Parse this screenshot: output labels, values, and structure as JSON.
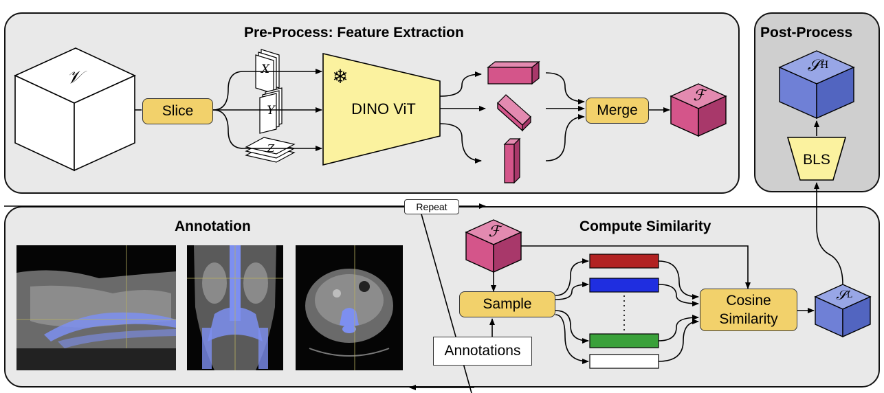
{
  "panels": {
    "preprocess": "Pre-Process: Feature Extraction",
    "postprocess": "Post-Process",
    "annotation": "Annotation",
    "compute": "Compute Similarity"
  },
  "nodes": {
    "slice": "Slice",
    "dino": "DINO ViT",
    "merge": "Merge",
    "sample": "Sample",
    "annotations": "Annotations",
    "cosine_line1": "Cosine",
    "cosine_line2": "Similarity",
    "bls": "BLS",
    "repeat": "Repeat"
  },
  "symbols": {
    "volume": "𝒱",
    "features": "ℱ",
    "features_in": "ℱ",
    "s_high": "𝒮",
    "s_high_sub": "H",
    "s_low": "𝒮",
    "s_low_sub": "L",
    "x": "X",
    "y": "Y",
    "z": "Z",
    "snowflake": "❄"
  },
  "colors": {
    "panel_light": "#e9e9e9",
    "panel_dark": "#cfcfcf",
    "gold": "#f2d16b",
    "dino": "#fbf29f",
    "magenta": "#d4558a",
    "blue_cube": "#6f80d6",
    "bar_red": "#b22222",
    "bar_blue": "#1f2ee0",
    "bar_green": "#3aa13a",
    "bar_white": "#ffffff",
    "overlay": "#7d8ff0"
  }
}
